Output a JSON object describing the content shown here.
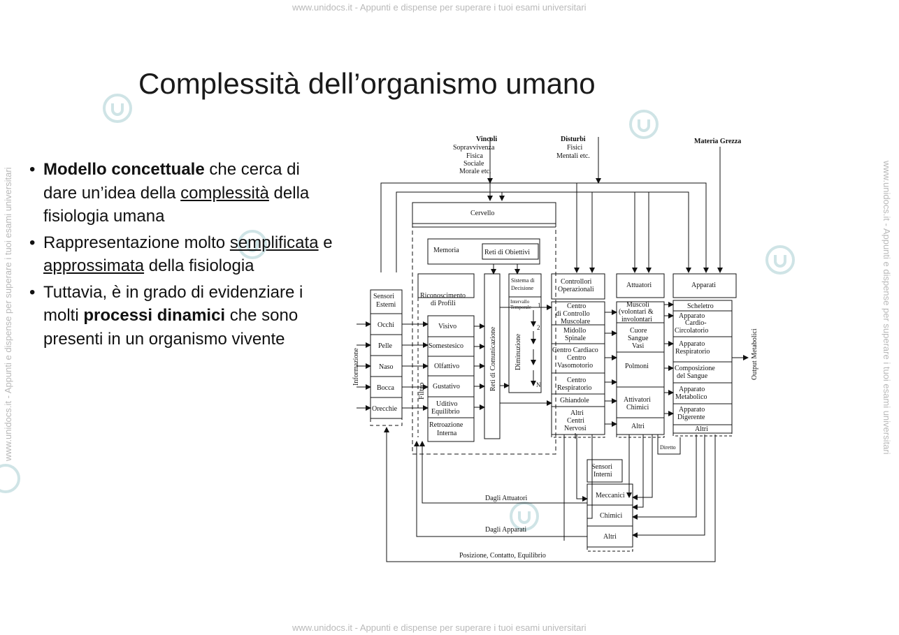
{
  "watermark": {
    "top": "www.unidocs.it - Appunti e dispense per superare i tuoi esami universitari",
    "bottom": "www.unidocs.it - Appunti e dispense per superare i tuoi esami universitari",
    "side": "www.unidocs.it - Appunti e dispense per superare i tuoi esami universitari"
  },
  "slide": {
    "title": "Complessità dell’organismo umano",
    "bullet1": {
      "b1": "Modello concettuale",
      "t1": " che cerca di dare un’idea della ",
      "u1": "complessità",
      "t2": " della fisiologia umana"
    },
    "bullet2": {
      "t1": "Rappresentazione molto ",
      "u1": "semplificata",
      "t2": " e ",
      "u2": "approssimata",
      "t3": " della fisiologia"
    },
    "bullet3": {
      "t1": "Tuttavia, è in grado di evidenziare i molti ",
      "b1": "processi dinamici",
      "t2": " che sono presenti in un organismo vivente"
    }
  },
  "diagram": {
    "vincoli": [
      "Vincoli",
      "Sopravvivenza",
      "Fisica",
      "Sociale",
      "Morale etc."
    ],
    "disturbi": [
      "Disturbi",
      "Fisici",
      "Mentali etc."
    ],
    "materia": "Materia Grezza",
    "cervello": "Cervello",
    "memoria": "Memoria",
    "reti_obiettivi": "Reti di Obiettivi",
    "sistema_decisione": [
      "Sistema di",
      "Decisione"
    ],
    "intervallo": [
      "Intervallo",
      "Temporale"
    ],
    "diminuzione": "Diminuzione",
    "reti_comunicazione": "Reti di Comunicazione",
    "informazione": "Informazione",
    "filtro": "Filtro",
    "sensori_esterni": [
      "Sensori",
      "Esterni"
    ],
    "sensori_esterni_items": [
      "Occhi",
      "Pelle",
      "Naso",
      "Bocca",
      "Orecchie"
    ],
    "riconoscimento": [
      "Riconoscimento",
      "di Profili"
    ],
    "riconoscimento_items": [
      [
        "Visivo"
      ],
      [
        "Somestesico"
      ],
      [
        "Olfattivo"
      ],
      [
        "Gustativo"
      ],
      [
        "Uditivo",
        "Equilibrio"
      ],
      [
        "Retroazione",
        "Interna"
      ]
    ],
    "controllori": [
      "Controllori",
      "Operazionali"
    ],
    "controllori_items": [
      [
        "Centro",
        "di Controllo",
        "Muscolare"
      ],
      [
        "Midollo",
        "Spinale"
      ],
      [
        "Centro Cardiaco",
        "Centro",
        "Vasomotorio"
      ],
      [
        "Centro",
        "Respiratorio"
      ],
      [
        "Ghiandole"
      ],
      [
        "Altri",
        "Centri",
        "Nervosi"
      ]
    ],
    "attuatori": "Attuatori",
    "attuatori_items": [
      [
        "Muscoli",
        "(volontari &",
        "involontari"
      ],
      [
        "Cuore",
        "Sangue",
        "Vasi"
      ],
      [
        "Polmoni"
      ],
      [
        "Attivatori",
        "Chimici"
      ],
      [
        "Altri"
      ]
    ],
    "apparati": "Apparati",
    "apparati_items": [
      [
        "Scheletro"
      ],
      [
        "Apparato",
        "Cardio-",
        "Circolatorio"
      ],
      [
        "Apparato",
        "Respiratorio"
      ],
      [
        "Composizione",
        "del Sangue"
      ],
      [
        "Apparato",
        "Metabolico"
      ],
      [
        "Apparato",
        "Digerente"
      ],
      [
        "Altri"
      ]
    ],
    "sensori_interni": [
      "Sensori",
      "Interni"
    ],
    "sensori_interni_items": [
      "Meccanici",
      "Chimici",
      "Altri"
    ],
    "output": "Output Metabolici",
    "diretto": "Diretto",
    "dagli_attuatori": "Dagli Attuatori",
    "dagli_apparati": "Dagli Apparati",
    "posizione": "Posizione, Contatto, Equilibrio",
    "numbers": [
      "1",
      "2",
      "N"
    ]
  }
}
